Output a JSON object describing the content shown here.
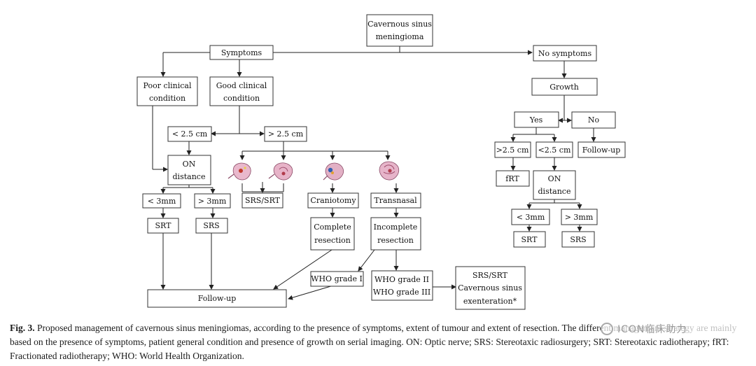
{
  "nodes": {
    "root": [
      "Cavernous sinus",
      "meningioma"
    ],
    "symptoms": "Symptoms",
    "no_symptoms": "No symptoms",
    "poor": [
      "Poor clinical",
      "condition"
    ],
    "good": [
      "Good clinical",
      "condition"
    ],
    "lt25": "< 2.5 cm",
    "gt25": "> 2.5 cm",
    "on_left": [
      "ON",
      "distance"
    ],
    "lt3_left": "< 3mm",
    "gt3_left": "> 3mm",
    "srt_left": "SRT",
    "srs_left": "SRS",
    "srs_srt_mid": "SRS/SRT",
    "craniotomy": "Craniotomy",
    "transnasal": "Transnasal",
    "complete": [
      "Complete",
      "resection"
    ],
    "incomplete": [
      "Incomplete",
      "resection"
    ],
    "who1": "WHO grade I",
    "who23": [
      "WHO grade II",
      "WHO grade III"
    ],
    "exent": [
      "SRS/SRT",
      "Cavernous sinus",
      "exenteration*"
    ],
    "followup_main": "Follow-up",
    "growth": "Growth",
    "yes": "Yes",
    "no": "No",
    "gt25_right": ">2.5 cm",
    "lt25_right": "<2.5 cm",
    "followup_right": "Follow-up",
    "frt": "fRT",
    "on_right": [
      "ON",
      "distance"
    ],
    "lt3_right": "< 3mm",
    "gt3_right": "> 3mm",
    "srt_right": "SRT",
    "srs_right": "SRS"
  },
  "caption": {
    "label": "Fig. 3.",
    "text": " Proposed management of cavernous sinus meningiomas, according to the presence of symptoms, extent of tumour and extent of resection. The different management strategy are mainly based on the presence of symptoms, patient general condition and presence of growth on serial imaging. ON: Optic nerve; SRS: Stereotaxic radiosurgery; SRT: Stereotaxic radiotherapy; fRT: Fractionated radiotherapy; WHO: World Health Organization."
  },
  "watermark": "ICON临床助力",
  "colors": {
    "line": "#222222",
    "box_border": "#333333",
    "text": "#111111"
  }
}
